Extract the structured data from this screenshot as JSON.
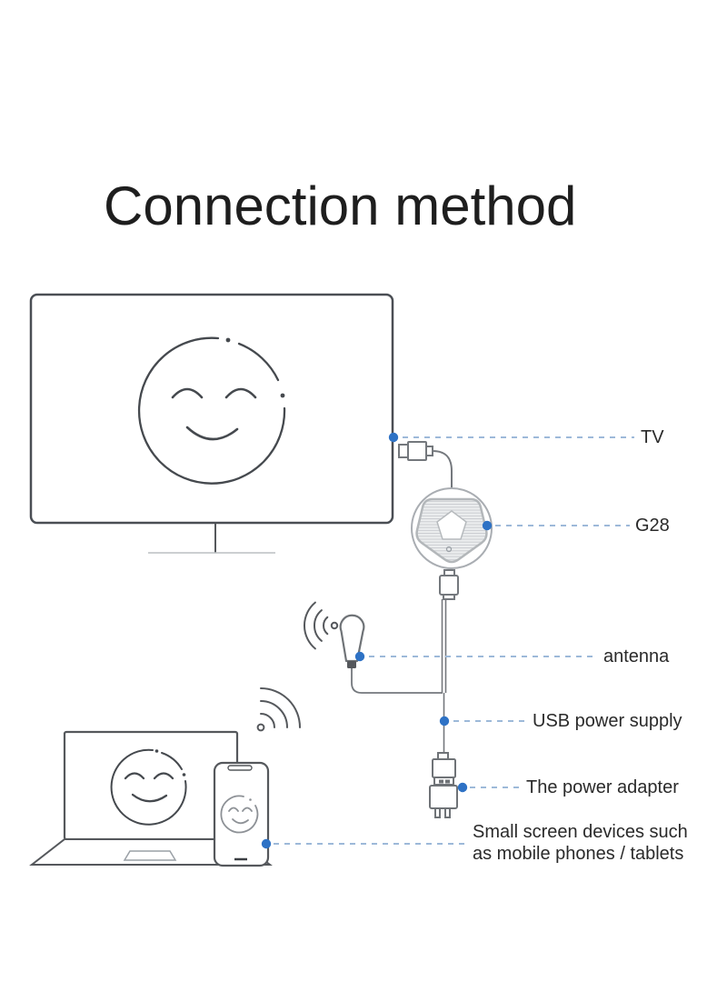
{
  "title": "Connection method",
  "labels": {
    "tv": "TV",
    "g28": "G28",
    "antenna": "antenna",
    "usb_power": "USB power supply",
    "power_adapter": "The power adapter",
    "small_screens_line1": "Small screen devices such",
    "small_screens_line2": "as mobile phones / tablets"
  },
  "colors": {
    "marker_dot_blue": "#2e72c5",
    "leader_dash_blue": "#9db9d9",
    "outline_dark_gray": "#4a4e54",
    "outline_light_gray": "#a9adb2",
    "text_black": "#2a2a2a"
  },
  "icons": [
    "tv-icon",
    "smiley-face-icon",
    "hdmi-connector-icon",
    "g28-dongle-icon",
    "micro-usb-connector-icon",
    "antenna-icon",
    "wifi-waves-icon",
    "usb-plug-icon",
    "power-adapter-icon",
    "laptop-icon",
    "phone-icon"
  ]
}
